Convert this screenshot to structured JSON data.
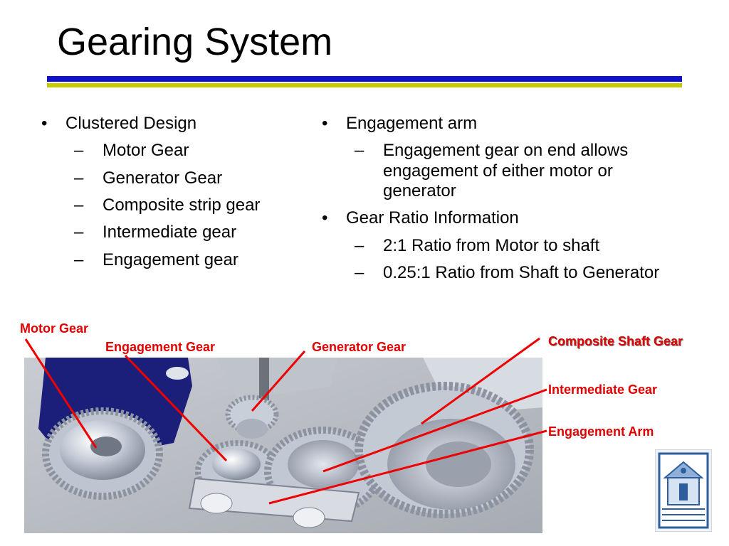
{
  "slide": {
    "title": "Gearing System",
    "left_column": {
      "items": [
        {
          "text": "Clustered Design",
          "level": 1
        },
        {
          "text": "Motor Gear",
          "level": 2
        },
        {
          "text": "Generator Gear",
          "level": 2
        },
        {
          "text": "Composite strip gear",
          "level": 2
        },
        {
          "text": "Intermediate gear",
          "level": 2
        },
        {
          "text": "Engagement gear",
          "level": 2
        }
      ]
    },
    "right_column": {
      "items": [
        {
          "text": "Engagement arm",
          "level": 1
        },
        {
          "text": "Engagement gear on end allows engagement of either motor or generator",
          "level": 2
        },
        {
          "text": "Gear Ratio Information",
          "level": 1
        },
        {
          "text": "2:1 Ratio from Motor to shaft",
          "level": 2
        },
        {
          "text": "0.25:1 Ratio from Shaft to Generator",
          "level": 2
        }
      ]
    },
    "bullets": {
      "level1": "•",
      "level2": "–"
    },
    "callouts": {
      "motor_gear": "Motor Gear",
      "engagement_gear": "Engagement Gear",
      "generator_gear": "Generator Gear",
      "composite_shaft_gear": "Composite Shaft Gear",
      "intermediate_gear": "Intermediate Gear",
      "engagement_arm": "Engagement Arm"
    },
    "colors": {
      "rule_top": "#1111cc",
      "rule_bottom": "#c8c800",
      "callout_text": "#e00000",
      "callout_line": "#ee0000"
    },
    "image": {
      "description_icon": "gear-assembly-render"
    },
    "logo": {
      "icon": "institution-crest-icon"
    }
  }
}
